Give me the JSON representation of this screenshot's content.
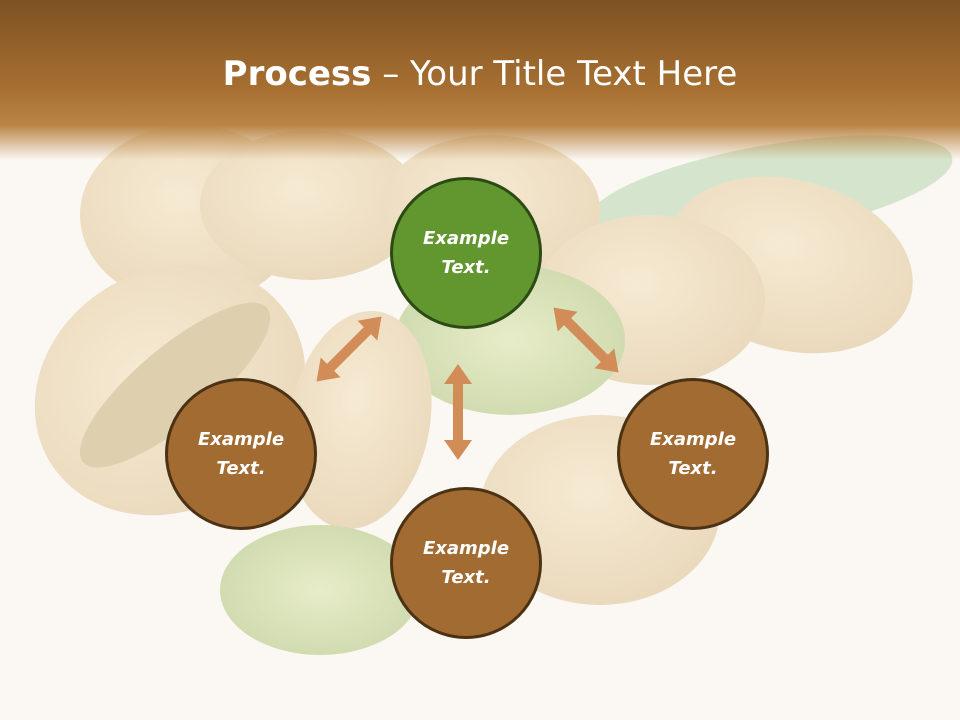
{
  "title": {
    "bold": "Process",
    "separator": " – ",
    "rest": "Your Title Text Here"
  },
  "nodes": {
    "top": {
      "label": "Example\nText.",
      "line1": "Example",
      "line2": "Text."
    },
    "left": {
      "line1": "Example",
      "line2": "Text."
    },
    "right": {
      "line1": "Example",
      "line2": "Text."
    },
    "bottom": {
      "line1": "Example",
      "line2": "Text."
    }
  },
  "colors": {
    "header": "#a66f31",
    "node_brown": "#a26b32",
    "node_green": "#62962f",
    "arrow": "#d18c58"
  }
}
